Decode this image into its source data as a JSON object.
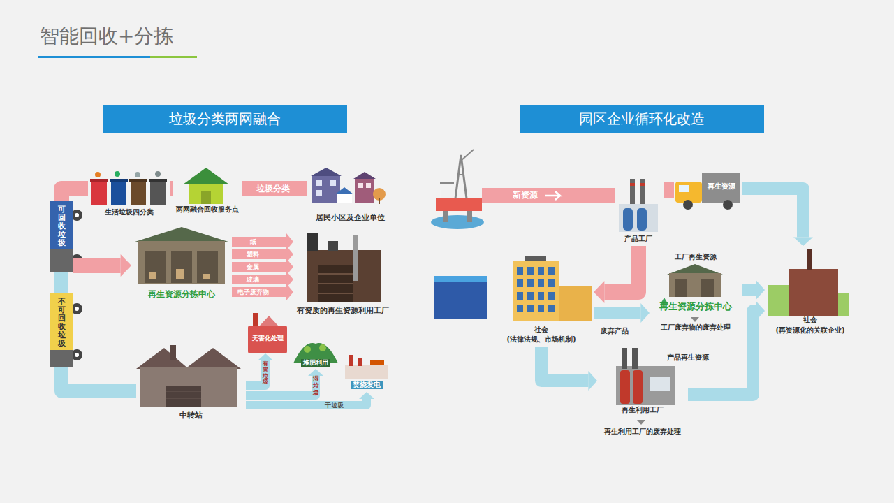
{
  "diagram": {
    "title": "智能回收+分拣",
    "nodes": [
      {
        "text": [
          "垃圾分类两网融合"
        ]
      },
      {
        "text": [
          "园区企业循环化改造"
        ]
      },
      {
        "text": [
          "生活垃圾四分类"
        ]
      },
      {
        "text": [
          "两网融合回收服务点"
        ]
      },
      {
        "text": [
          "居民小区及企业单位"
        ]
      },
      {
        "text": [
          "可回收垃圾"
        ]
      },
      {
        "text": [
          "再生资源分拣中心"
        ]
      },
      {
        "text": [
          "有资质的再生资源利用工厂"
        ]
      },
      {
        "text": [
          "不可回收垃圾"
        ]
      },
      {
        "text": [
          "中转站"
        ]
      },
      {
        "text": [
          "无害化处理"
        ]
      },
      {
        "text": [
          "堆肥利用"
        ]
      },
      {
        "text": [
          "焚烧发电"
        ]
      },
      {
        "text": [
          "产品工厂"
        ]
      },
      {
        "text": [
          "再生资源"
        ]
      },
      {
        "text": [
          "工厂再生资源",
          "再生资源分拣中心",
          "工厂废弃物的废弃处理"
        ]
      },
      {
        "text": [
          "社会",
          "(法律法规、市场机制)"
        ]
      },
      {
        "text": [
          "再生利用工厂",
          "再生利用工厂的废弃处理"
        ]
      },
      {
        "text": [
          "社会",
          "(再资源化的关联企业)"
        ]
      }
    ],
    "edges": [
      {
        "from": 4,
        "to": 3,
        "label": "垃圾分类",
        "arrow": "none"
      },
      {
        "from": 3,
        "to": 2,
        "arrow": "none"
      },
      {
        "from": 2,
        "to": 5,
        "arrow": "none"
      },
      {
        "from": 5,
        "to": 6,
        "arrow": "to"
      },
      {
        "from": 6,
        "to": 7,
        "label": "纸",
        "arrow": "to"
      },
      {
        "from": 6,
        "to": 7,
        "label": "塑料",
        "arrow": "to"
      },
      {
        "from": 6,
        "to": 7,
        "label": "金属",
        "arrow": "to"
      },
      {
        "from": 6,
        "to": 7,
        "label": "玻璃",
        "arrow": "to"
      },
      {
        "from": 6,
        "to": 7,
        "label": "电子废弃物",
        "arrow": "to"
      },
      {
        "from": 8,
        "to": 9,
        "arrow": "none"
      },
      {
        "from": 9,
        "to": 10,
        "label": "有害垃圾",
        "arrow": "to"
      },
      {
        "from": 9,
        "to": 11,
        "label": "湿垃圾",
        "arrow": "to"
      },
      {
        "from": 9,
        "to": 12,
        "label": "干垃圾",
        "arrow": "to"
      },
      {
        "from": 13,
        "to": 14,
        "arrow": "none"
      },
      {
        "from": 13,
        "to": 16,
        "arrow": "to"
      },
      {
        "from": 16,
        "to": 15,
        "arrow": "to"
      },
      {
        "from": 16,
        "to": 17,
        "arrow": "to"
      },
      {
        "from": 15,
        "to": 18,
        "arrow": "to"
      },
      {
        "from": 17,
        "to": 18,
        "arrow": "to"
      },
      {
        "from": 14,
        "to": 18,
        "arrow": "to"
      }
    ],
    "labels": [
      "新资源",
      "废弃产品",
      "产品再生资源"
    ]
  }
}
